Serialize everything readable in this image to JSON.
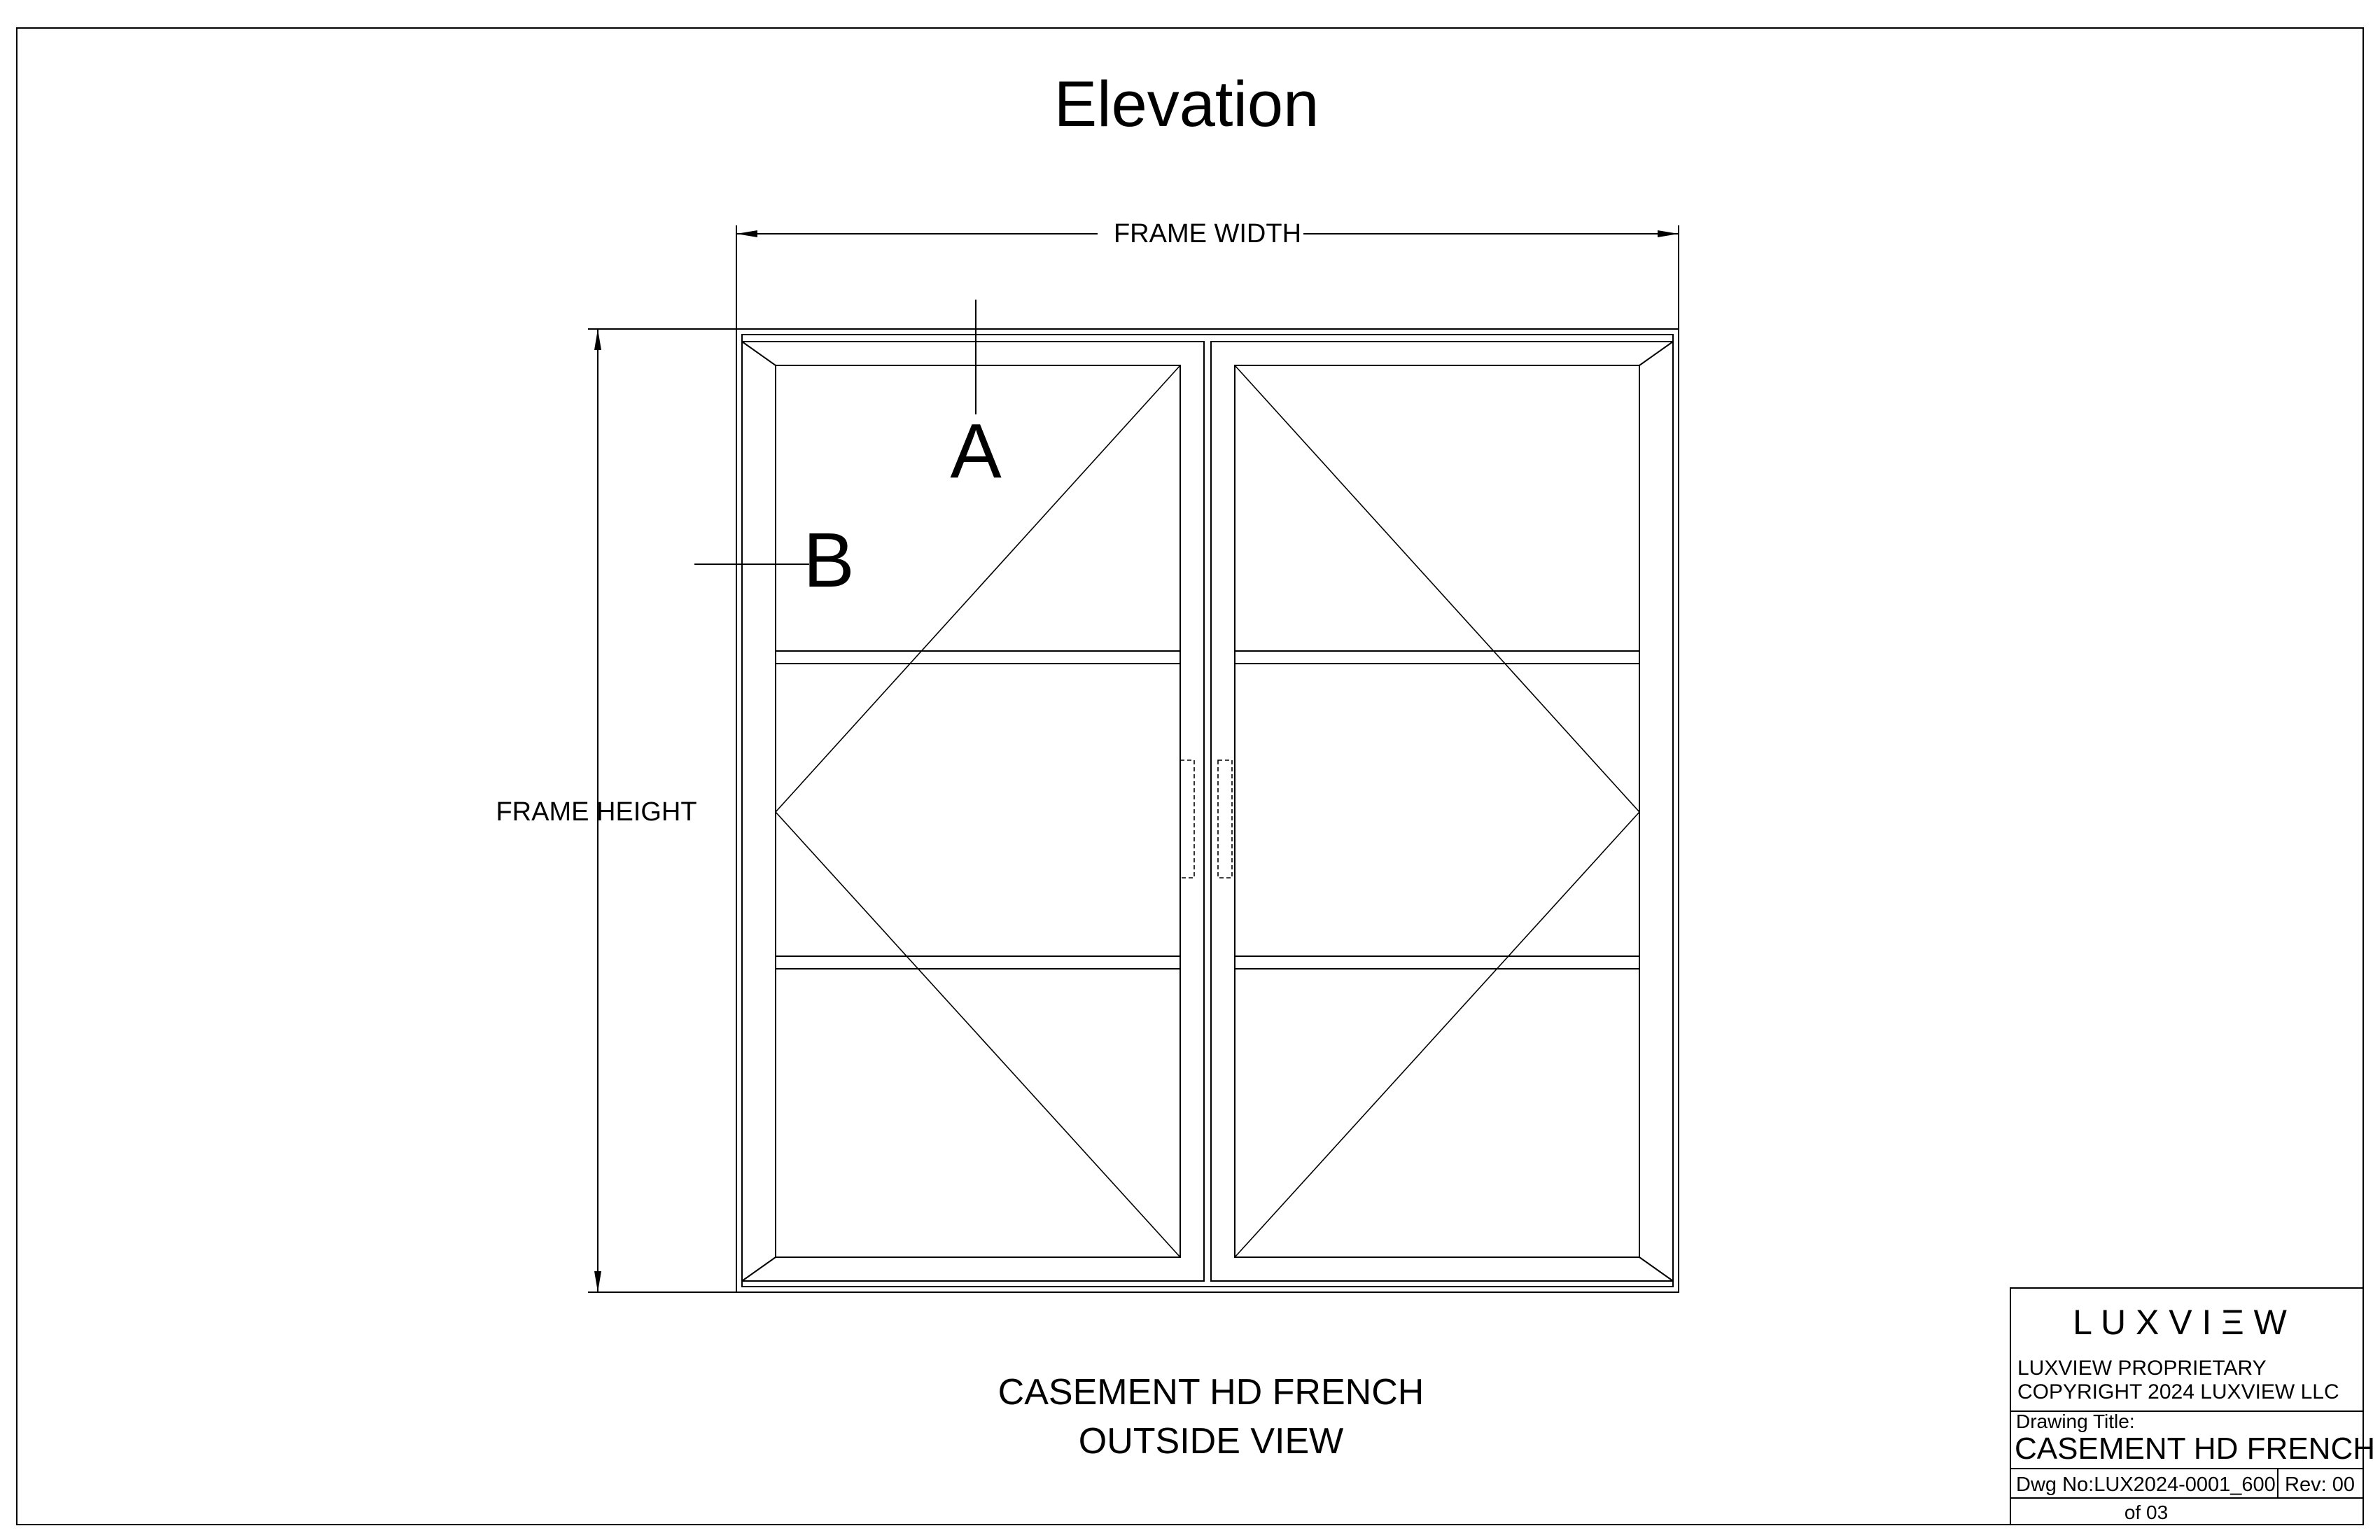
{
  "page_title": "Elevation",
  "dimensions": {
    "width_label": "FRAME WIDTH",
    "height_label": "FRAME HEIGHT"
  },
  "callouts": {
    "a": "A",
    "b": "B"
  },
  "caption": {
    "line1": "CASEMENT HD FRENCH",
    "line2": "OUTSIDE VIEW"
  },
  "title_block": {
    "logo": "L U X V I Ξ W",
    "proprietary_line1": "LUXVIEW PROPRIETARY",
    "proprietary_line2": "COPYRIGHT 2024 LUXVIEW LLC",
    "drawing_title_label": "Drawing Title:",
    "drawing_title": "CASEMENT HD FRENCH",
    "dwg_no": "Dwg No:LUX2024-0001_600",
    "rev": "Rev: 00",
    "sheet": "of 03"
  }
}
